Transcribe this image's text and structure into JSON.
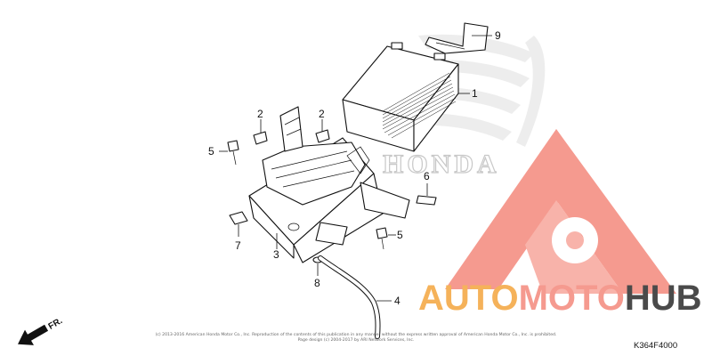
{
  "diagram": {
    "parts": [
      {
        "id": "part-1",
        "label": "1"
      },
      {
        "id": "part-2a",
        "label": "2"
      },
      {
        "id": "part-2b",
        "label": "2"
      },
      {
        "id": "part-3",
        "label": "3"
      },
      {
        "id": "part-4",
        "label": "4"
      },
      {
        "id": "part-5a",
        "label": "5"
      },
      {
        "id": "part-5b",
        "label": "5"
      },
      {
        "id": "part-6",
        "label": "6"
      },
      {
        "id": "part-7",
        "label": "7"
      },
      {
        "id": "part-8",
        "label": "8"
      },
      {
        "id": "part-9",
        "label": "9"
      }
    ],
    "front_arrow_label": "FR.",
    "diagram_code": "K364F4000",
    "background_brand": "HONDA",
    "copyright_line1": "(c) 2013-2016 American Honda Motor Co., Inc. Reproduction of the contents of this publication in any manner without the express written approval of American Honda Motor Co., Inc. is prohibited.",
    "copyright_line2": "Page design (c) 2004-2017 by ARI Network Services, Inc."
  },
  "watermark": {
    "text_auto": "AUTO",
    "text_moto": "MOTO",
    "text_hub": "HUB",
    "color_orange": "#f5b25a",
    "color_red": "#f59a8f",
    "color_gray": "#4a4a4a"
  }
}
